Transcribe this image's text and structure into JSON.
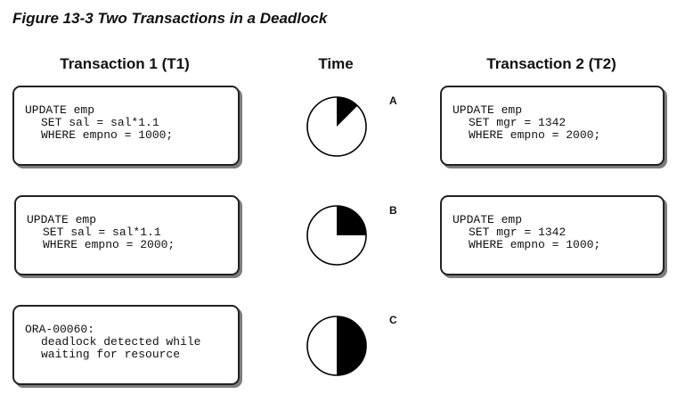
{
  "figure_title": "Figure 13-3 Two Transactions in a Deadlock",
  "headers": {
    "t1": "Transaction 1 (T1)",
    "time": "Time",
    "t2": "Transaction 2 (T2)"
  },
  "rows": [
    {
      "label": "A",
      "elapsed_fraction": 0.125,
      "t1": [
        "UPDATE emp",
        "SET sal = sal*1.1",
        "WHERE empno = 1000;"
      ],
      "t2": [
        "UPDATE emp",
        "SET mgr = 1342",
        "WHERE empno = 2000;"
      ]
    },
    {
      "label": "B",
      "elapsed_fraction": 0.25,
      "t1": [
        "UPDATE emp",
        "SET sal = sal*1.1",
        "WHERE empno = 2000;"
      ],
      "t2": [
        "UPDATE emp",
        "SET mgr = 1342",
        "WHERE empno = 1000;"
      ]
    },
    {
      "label": "C",
      "elapsed_fraction": 0.5,
      "t1": [
        "ORA-00060:",
        "deadlock detected while",
        "waiting for resource"
      ],
      "t2": []
    }
  ],
  "colors": {
    "ink": "#000000",
    "shadow": "#7d7d7d"
  }
}
